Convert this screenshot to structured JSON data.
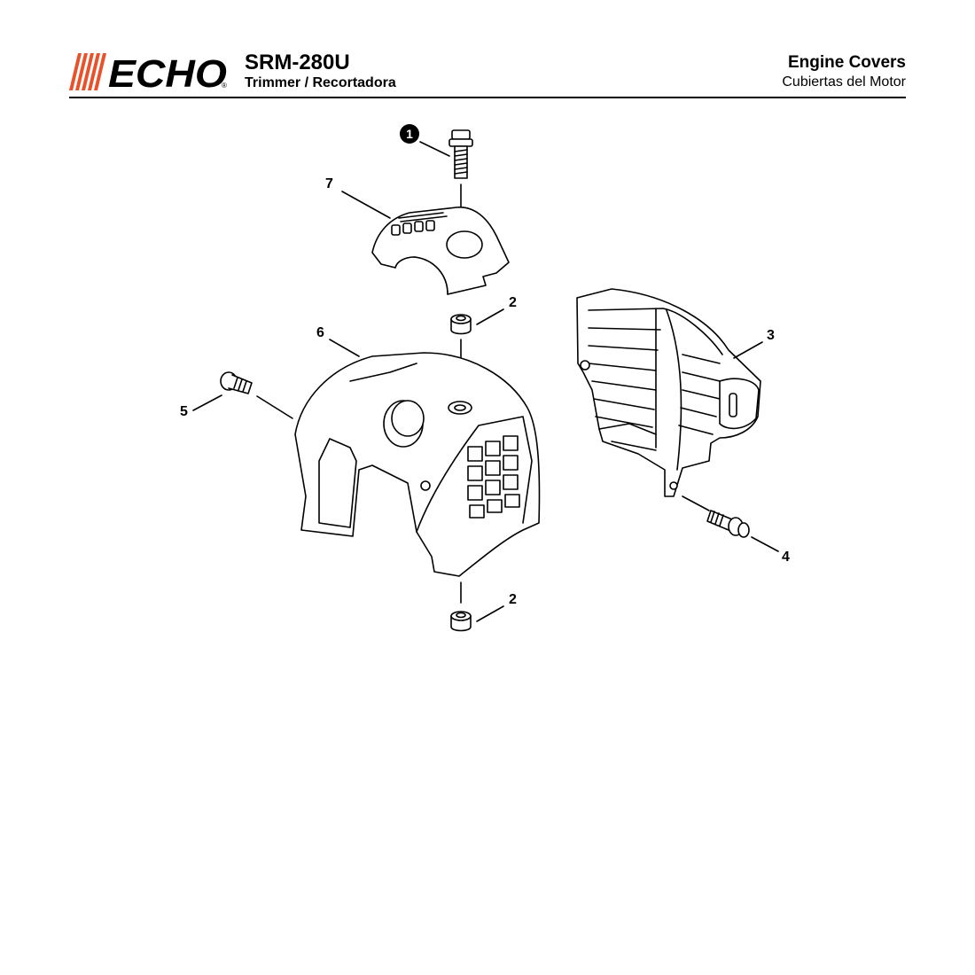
{
  "header": {
    "brand": "ECHO",
    "registered_mark": "®",
    "model": "SRM-280U",
    "product": "Trimmer / Recortadora",
    "section_title_en": "Engine Covers",
    "section_title_es": "Cubiertas del Motor"
  },
  "callouts": {
    "c1": "1",
    "c2a": "2",
    "c2b": "2",
    "c3": "3",
    "c4": "4",
    "c5": "5",
    "c6": "6",
    "c7": "7"
  },
  "colors": {
    "brand_orange": "#e8512a",
    "ink": "#000000"
  }
}
